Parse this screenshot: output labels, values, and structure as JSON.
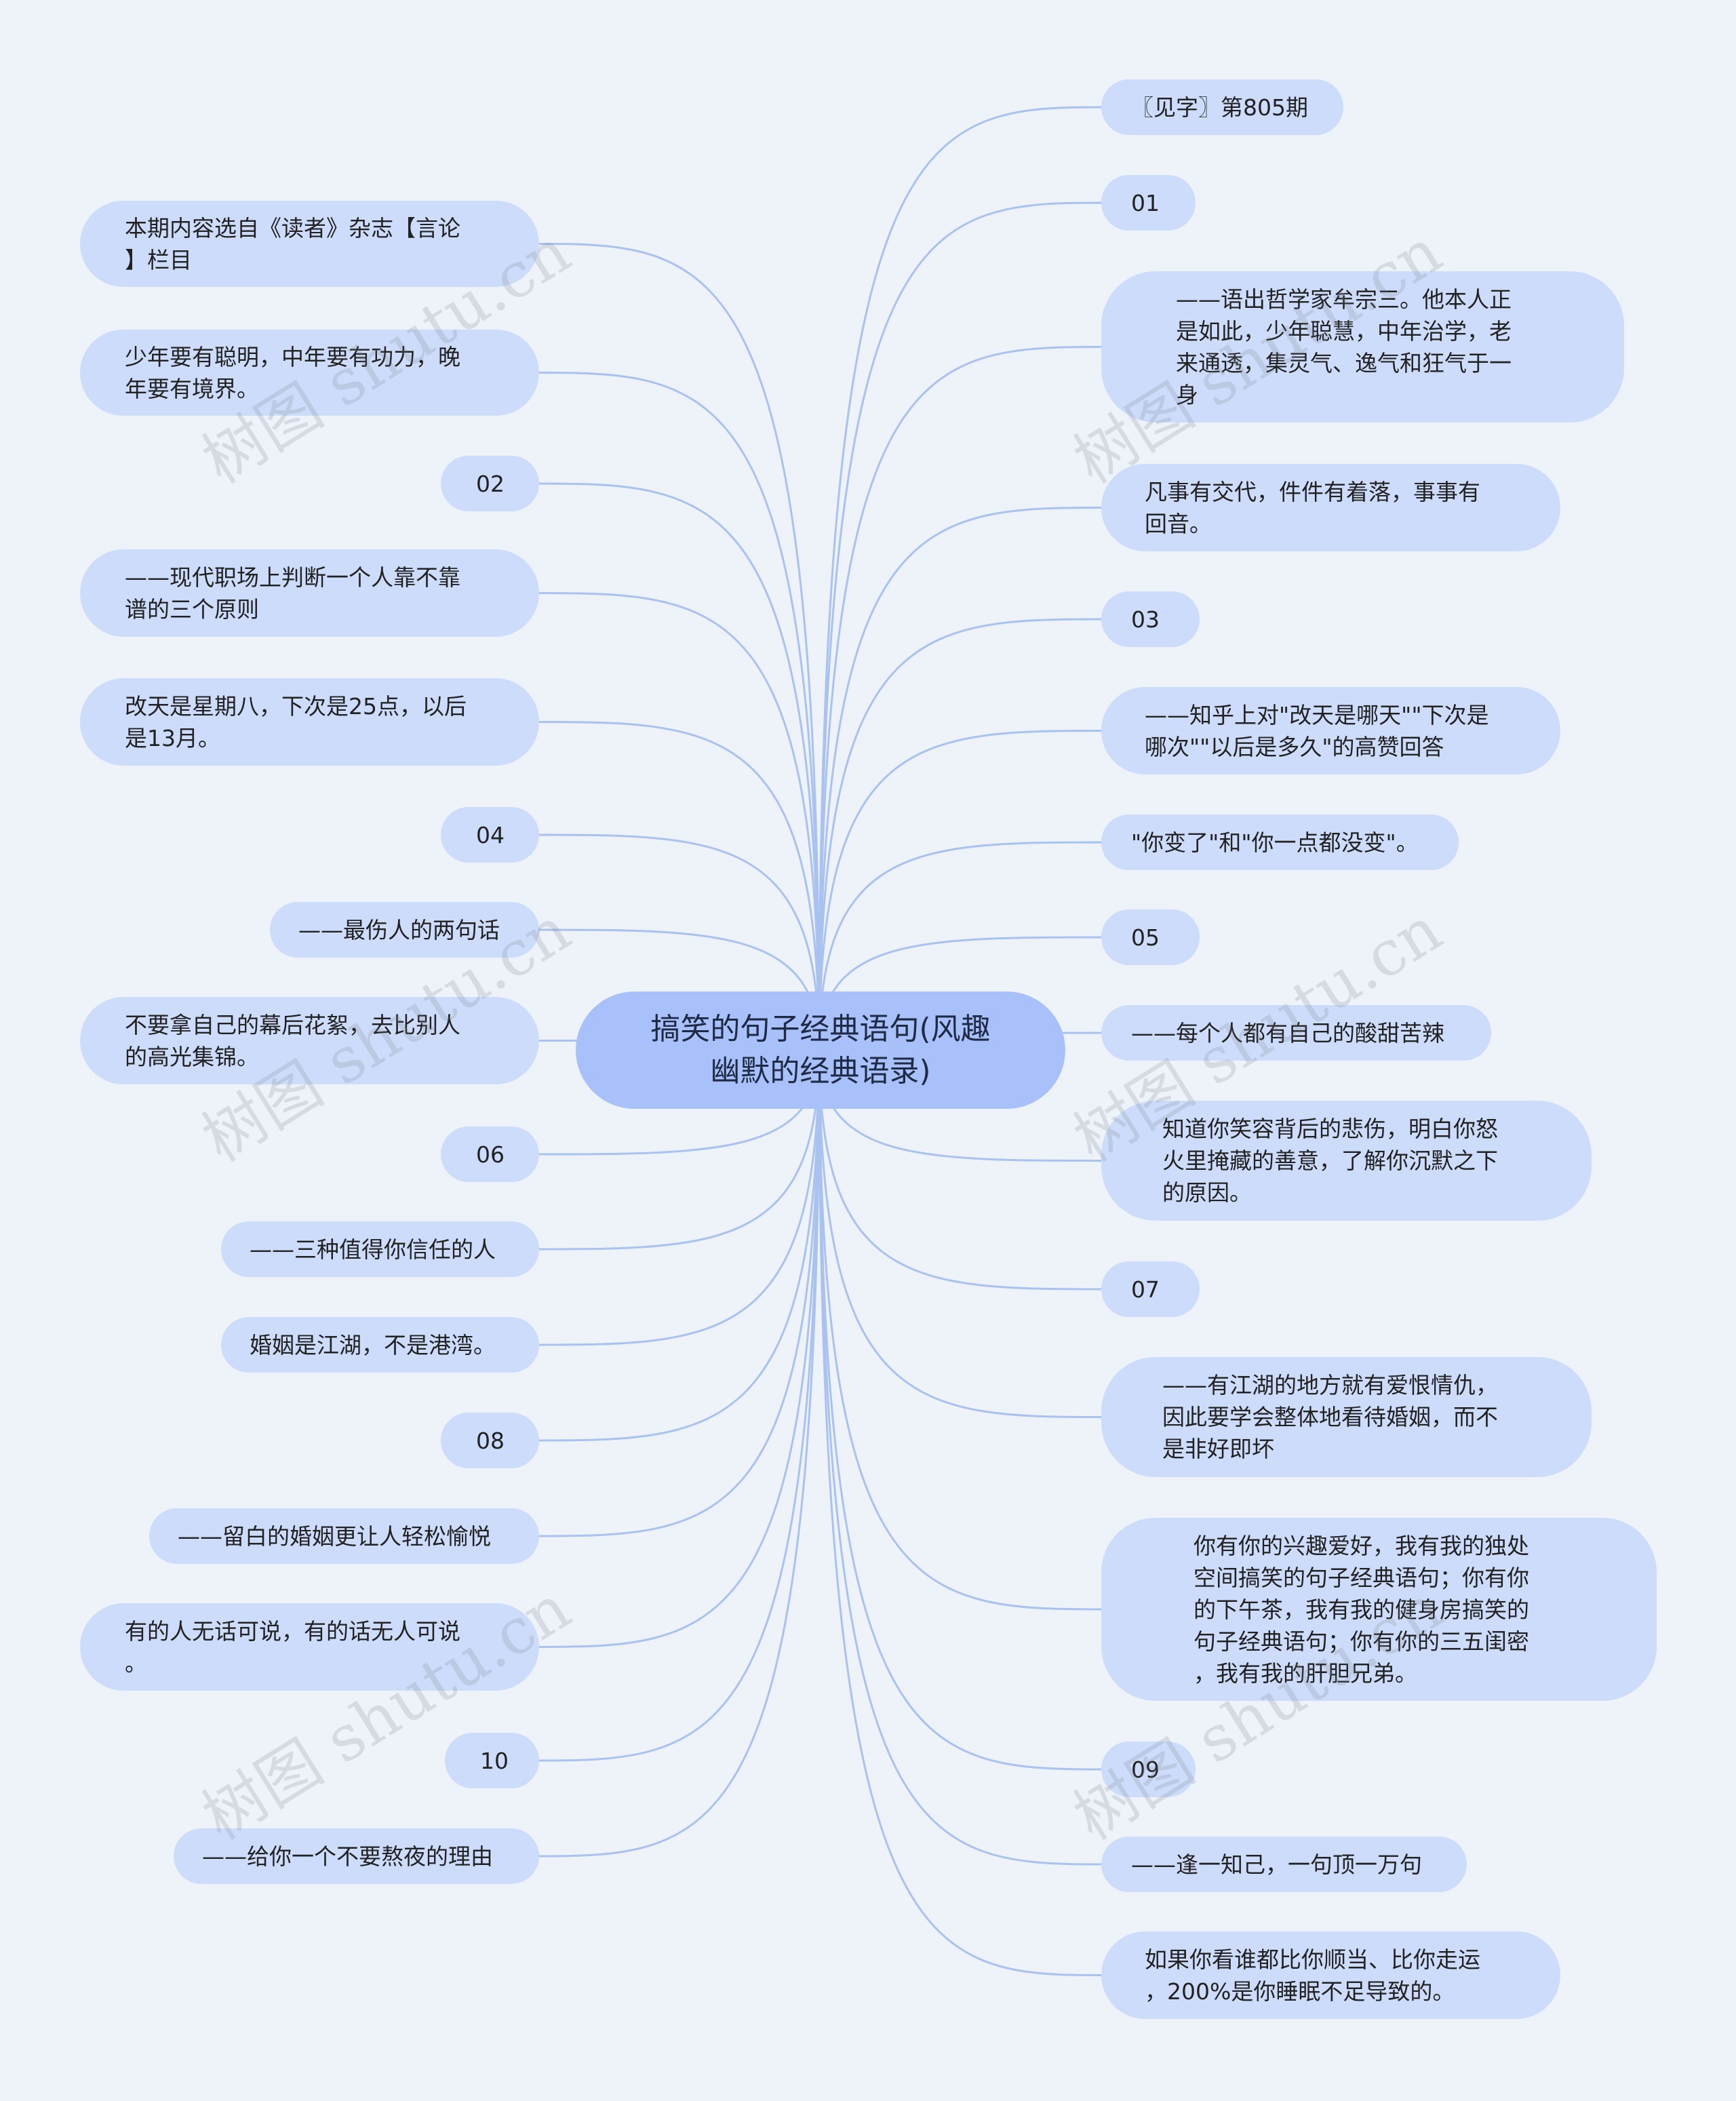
{
  "root": {
    "line1": "搞笑的句子经典语句(风趣",
    "line2": "幽默的经典语录)"
  },
  "left_nodes": [
    {
      "lines": [
        "本期内容选自《读者》杂志【言论",
        "】栏目"
      ]
    },
    {
      "lines": [
        "少年要有聪明，中年要有功力，晚",
        "年要有境界。"
      ]
    },
    {
      "lines": [
        "02"
      ]
    },
    {
      "lines": [
        "——现代职场上判断一个人靠不靠",
        "谱的三个原则"
      ]
    },
    {
      "lines": [
        "改天是星期八，下次是25点，以后",
        "是13月。"
      ]
    },
    {
      "lines": [
        "04"
      ]
    },
    {
      "lines": [
        "——最伤人的两句话"
      ]
    },
    {
      "lines": [
        "不要拿自己的幕后花絮，去比别人",
        "的高光集锦。"
      ]
    },
    {
      "lines": [
        "06"
      ]
    },
    {
      "lines": [
        "——三种值得你信任的人"
      ]
    },
    {
      "lines": [
        "婚姻是江湖，不是港湾。"
      ]
    },
    {
      "lines": [
        "08"
      ]
    },
    {
      "lines": [
        "——留白的婚姻更让人轻松愉悦"
      ]
    },
    {
      "lines": [
        "有的人无话可说，有的话无人可说",
        "。"
      ]
    },
    {
      "lines": [
        "10"
      ]
    },
    {
      "lines": [
        "——给你一个不要熬夜的理由"
      ]
    }
  ],
  "right_nodes": [
    {
      "lines": [
        "〖见字〗第805期"
      ]
    },
    {
      "lines": [
        "01"
      ]
    },
    {
      "lines": [
        "——语出哲学家牟宗三。他本人正",
        "是如此，少年聪慧，中年治学，老",
        "来通透，集灵气、逸气和狂气于一",
        "身"
      ]
    },
    {
      "lines": [
        "凡事有交代，件件有着落，事事有",
        "回音。"
      ]
    },
    {
      "lines": [
        "03"
      ]
    },
    {
      "lines": [
        "——知乎上对\"改天是哪天\"\"下次是",
        "哪次\"\"以后是多久\"的高赞回答"
      ]
    },
    {
      "lines": [
        "\"你变了\"和\"你一点都没变\"。"
      ]
    },
    {
      "lines": [
        "05"
      ]
    },
    {
      "lines": [
        "——每个人都有自己的酸甜苦辣"
      ]
    },
    {
      "lines": [
        "知道你笑容背后的悲伤，明白你怒",
        "火里掩藏的善意，了解你沉默之下",
        "的原因。"
      ]
    },
    {
      "lines": [
        "07"
      ]
    },
    {
      "lines": [
        "——有江湖的地方就有爱恨情仇，",
        "因此要学会整体地看待婚姻，而不",
        "是非好即坏"
      ]
    },
    {
      "lines": [
        "你有你的兴趣爱好，我有我的独处",
        "空间搞笑的句子经典语句；你有你",
        "的下午茶，我有我的健身房搞笑的",
        "句子经典语句；你有你的三五闺密",
        "，我有我的肝胆兄弟。"
      ]
    },
    {
      "lines": [
        "09"
      ]
    },
    {
      "lines": [
        "——逢一知己，一句顶一万句"
      ]
    },
    {
      "lines": [
        "如果你看谁都比你顺当、比你走运",
        "，200%是你睡眠不足导致的。"
      ]
    }
  ],
  "watermark_text": "树图 shutu.cn",
  "colors": {
    "background": "#eef2f9",
    "node_fill": "#cddcfb",
    "root_fill": "#a8c1fb",
    "link_stroke": "#a9c2ef"
  }
}
